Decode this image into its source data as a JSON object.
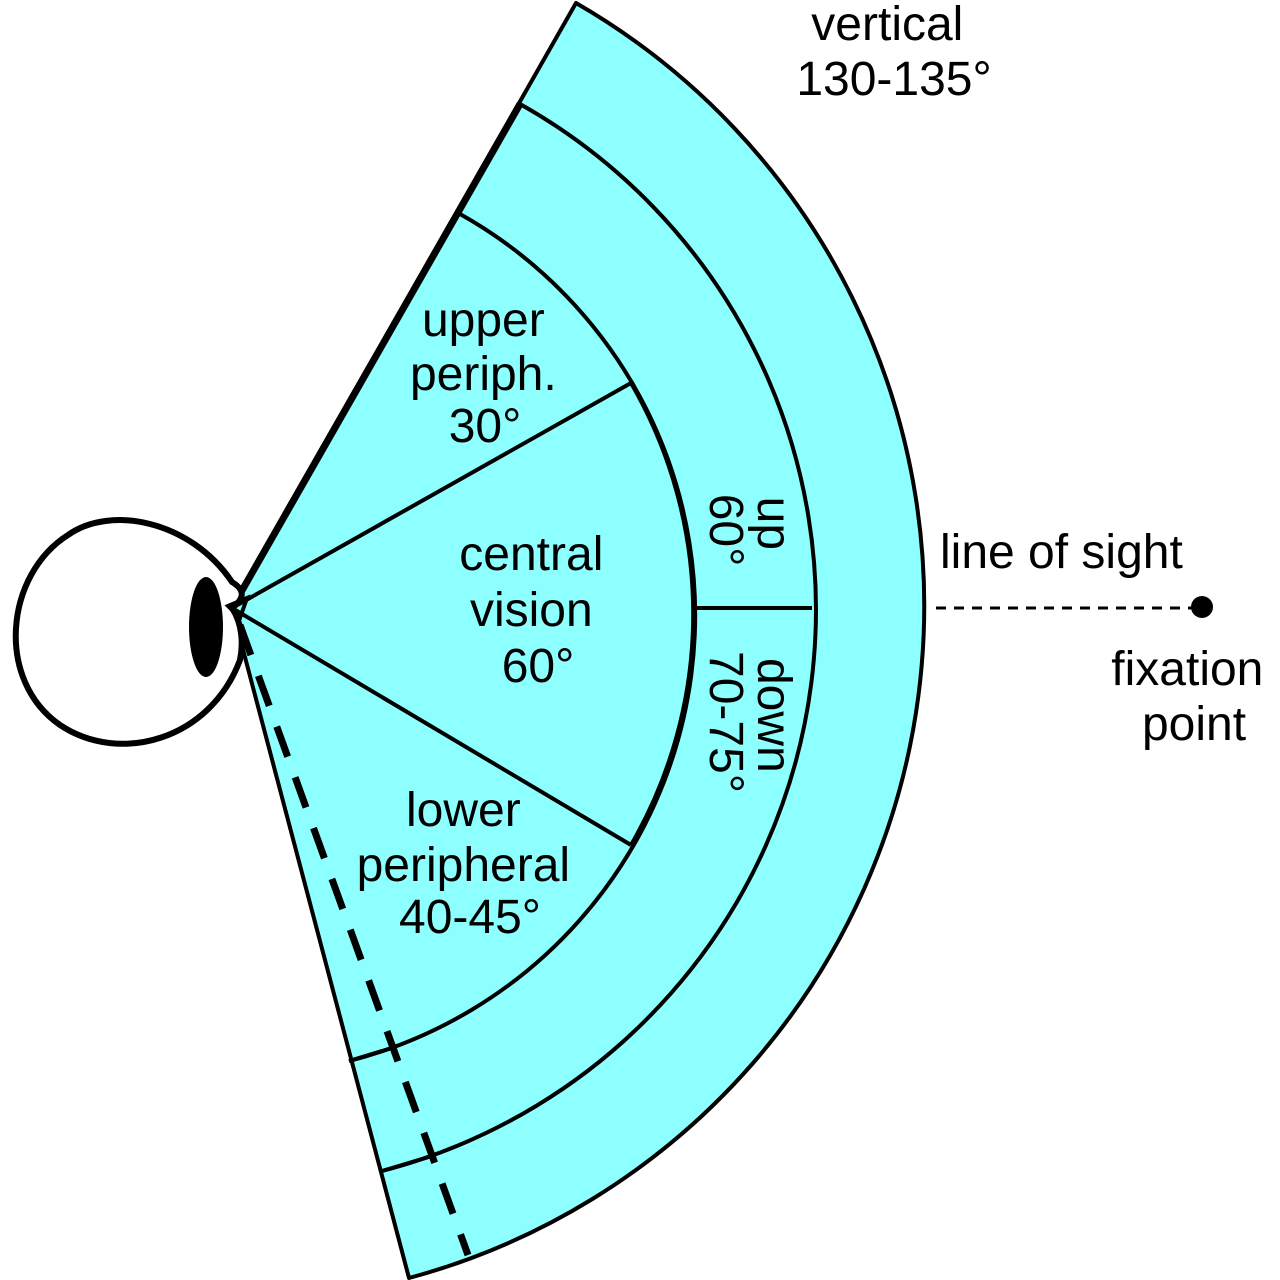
{
  "colors": {
    "fill": "#8EFFFF",
    "stroke": "#000000",
    "background": "#FFFFFF"
  },
  "labels": {
    "vertical": [
      "vertical",
      "130-135°"
    ],
    "upper": [
      "upper",
      "periph.",
      "30°"
    ],
    "central": [
      "central",
      "vision",
      "60°"
    ],
    "lower": [
      "lower",
      "peripheral",
      "40-45°"
    ],
    "up": [
      "up",
      "60°"
    ],
    "down": [
      "down",
      "70-75°"
    ],
    "line_of_sight": "line of sight",
    "fixation": [
      "fixation",
      "point"
    ]
  }
}
